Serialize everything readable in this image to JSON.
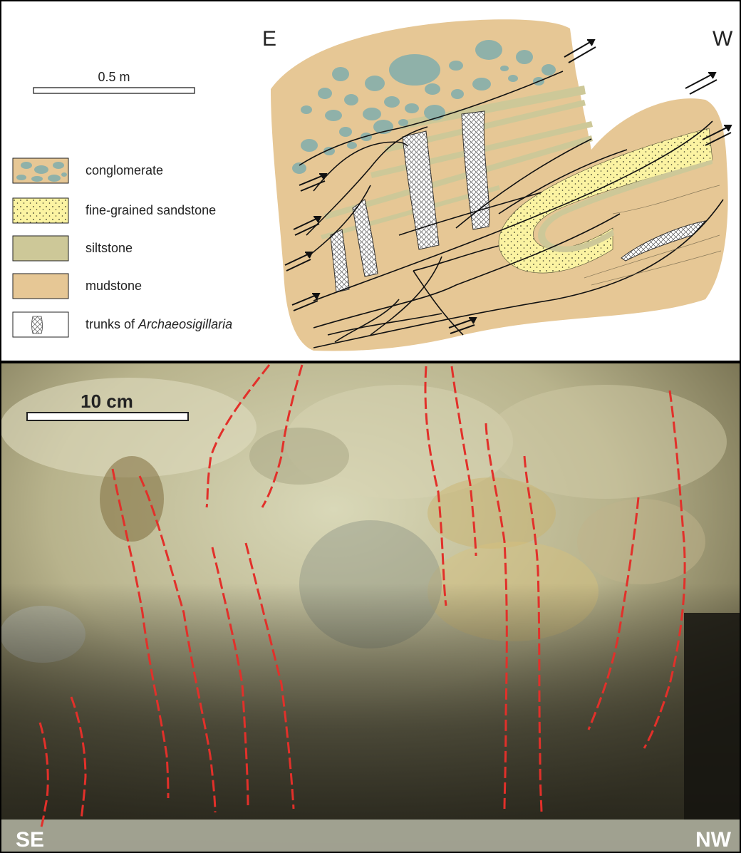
{
  "diagram": {
    "dir_left": "E",
    "dir_right": "W",
    "scale_label": "0.5 m",
    "legend": [
      {
        "key": "conglomerate",
        "label": "conglomerate",
        "color": "#e6c795",
        "clast_color": "#8fb1a9"
      },
      {
        "key": "sandstone",
        "label": "fine-grained sandstone",
        "color": "#fbf3a2"
      },
      {
        "key": "siltstone",
        "label": "siltstone",
        "color": "#cdc898"
      },
      {
        "key": "mudstone",
        "label": "mudstone",
        "color": "#e6c795"
      },
      {
        "key": "trunks",
        "label_prefix": "trunks of ",
        "label_italic": "Archaeosigillaria",
        "color": "#ffffff"
      }
    ]
  },
  "photo": {
    "scale_label": "10 cm",
    "dir_left": "SE",
    "dir_right": "NW",
    "trace_color": "#e2302a"
  }
}
